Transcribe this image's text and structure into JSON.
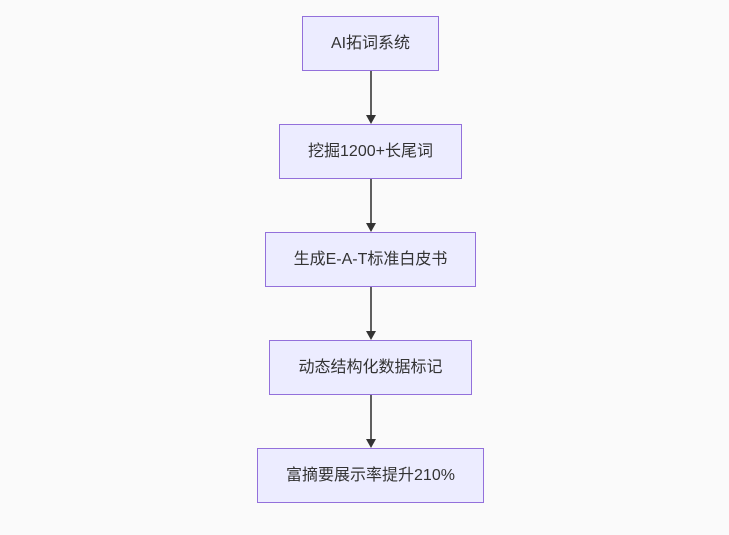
{
  "diagram": {
    "type": "flowchart",
    "direction": "top-down",
    "nodes": [
      {
        "id": "node-1",
        "label": "AI拓词系统"
      },
      {
        "id": "node-2",
        "label": "挖掘1200+长尾词"
      },
      {
        "id": "node-3",
        "label": "生成E-A-T标准白皮书"
      },
      {
        "id": "node-4",
        "label": "动态结构化数据标记"
      },
      {
        "id": "node-5",
        "label": "富摘要展示率提升210%"
      }
    ],
    "edges": [
      {
        "from": "node-1",
        "to": "node-2"
      },
      {
        "from": "node-2",
        "to": "node-3"
      },
      {
        "from": "node-3",
        "to": "node-4"
      },
      {
        "from": "node-4",
        "to": "node-5"
      }
    ],
    "colors": {
      "canvas_background": "#fafafa",
      "node_fill": "#ececff",
      "node_border": "#9370db",
      "node_text": "#333333",
      "edge_line": "#5f5f5f",
      "arrowhead": "#333333"
    }
  }
}
